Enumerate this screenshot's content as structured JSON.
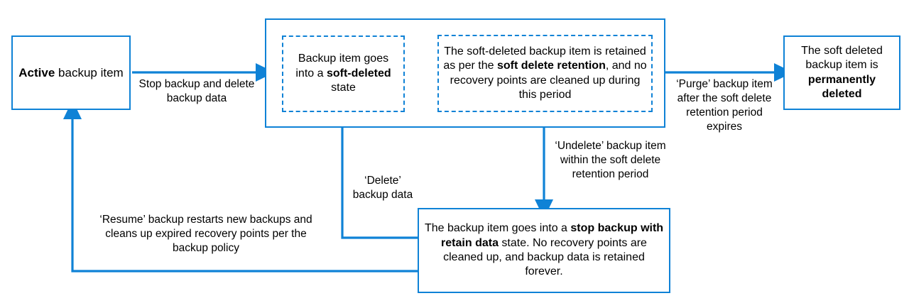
{
  "diagram": {
    "title": "Backup item soft delete lifecycle",
    "accent_color": "#0f82d6",
    "text_color": "#000000",
    "background_color": "#ffffff"
  },
  "nodes": {
    "active_item": {
      "text_plain": "Active backup item",
      "text_html": "<b>Active</b> backup item",
      "style": "solid"
    },
    "soft_deleted_state": {
      "text_plain": "Backup item goes into a soft-deleted state",
      "text_html": "Backup item goes into a <b>soft-deleted</b> state",
      "style": "dashed"
    },
    "soft_delete_retention": {
      "text_plain": "The soft-deleted backup item is retained as per the soft delete retention, and no recovery points are cleaned up during this period",
      "text_html": "The soft-deleted backup item is retained as per the <b>soft delete retention</b>, and no recovery points are cleaned up during this period",
      "style": "dashed"
    },
    "permanently_deleted": {
      "text_plain": "The soft deleted backup item is permanently deleted",
      "text_html": "The soft deleted backup item is <b>permanently deleted</b>",
      "style": "solid"
    },
    "stop_backup_retain_data": {
      "text_plain": "The backup item goes into a stop backup with retain data state. No recovery points are cleaned up, and backup data is retained forever.",
      "text_html": "The backup item goes into a <b>stop backup with retain data</b> state. No recovery points are cleaned up, and backup data is retained forever.",
      "style": "solid"
    }
  },
  "edge_labels": {
    "stop_backup_delete_data": "Stop backup and delete  backup data",
    "purge": "‘Purge’ backup item after the soft delete retention period expires",
    "undelete": "‘Undelete’ backup item within the soft delete retention period",
    "delete_backup_data": "‘Delete’ backup data",
    "resume": "‘Resume’ backup restarts new backups and cleans up expired recovery points per the backup policy"
  }
}
